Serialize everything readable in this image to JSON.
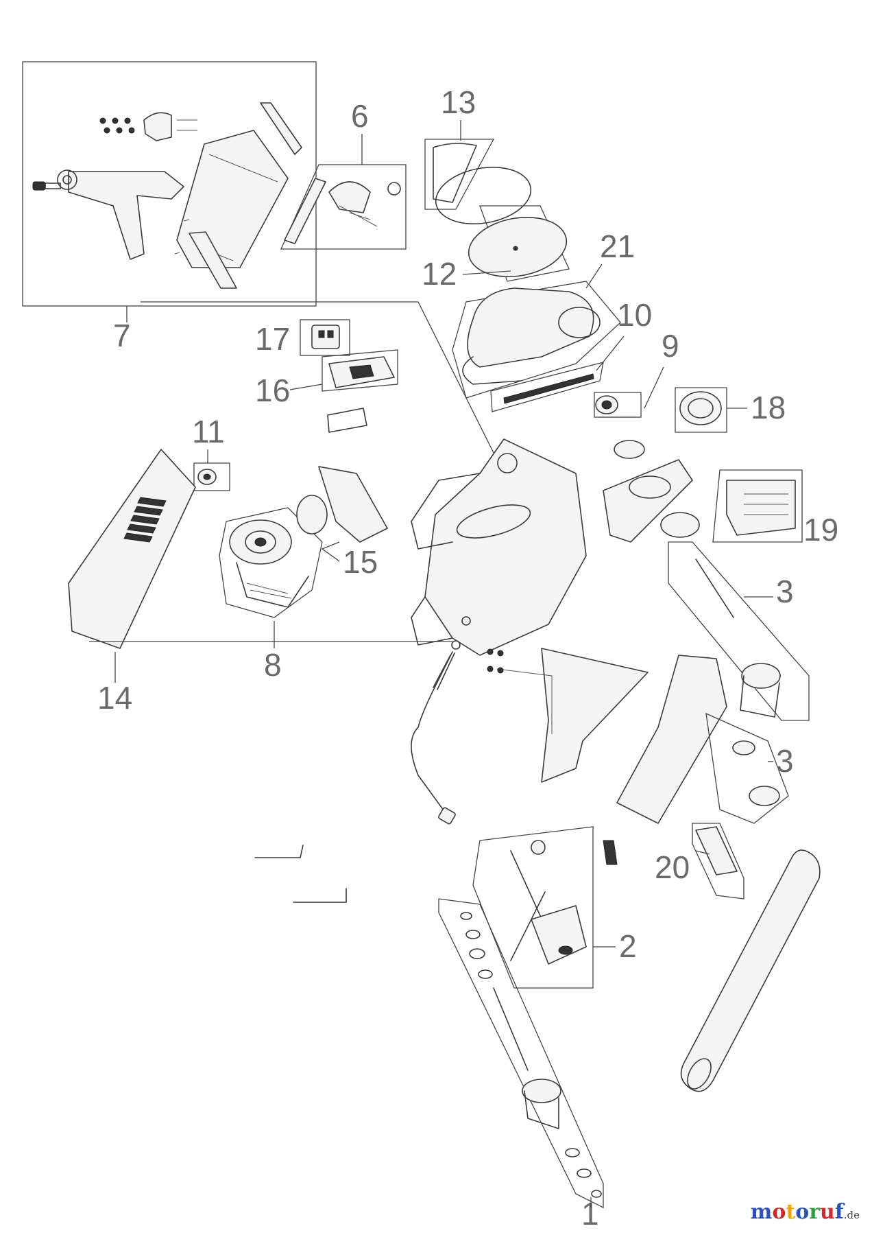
{
  "diagram": {
    "callouts": {
      "c1": "1",
      "c2": "2",
      "c3a": "3",
      "c3b": "3",
      "c6": "6",
      "c7": "7",
      "c8": "8",
      "c9": "9",
      "c10": "10",
      "c11": "11",
      "c12": "12",
      "c13": "13",
      "c14": "14",
      "c15": "15",
      "c16": "16",
      "c17": "17",
      "c18": "18",
      "c19": "19",
      "c20": "20",
      "c21": "21"
    }
  },
  "watermark": {
    "main": "motoruf",
    "suffix": ".de",
    "colors": [
      "#2a52be",
      "#d62828",
      "#f4a300",
      "#2a52be",
      "#2e9e3e",
      "#d62828",
      "#2a52be"
    ]
  }
}
